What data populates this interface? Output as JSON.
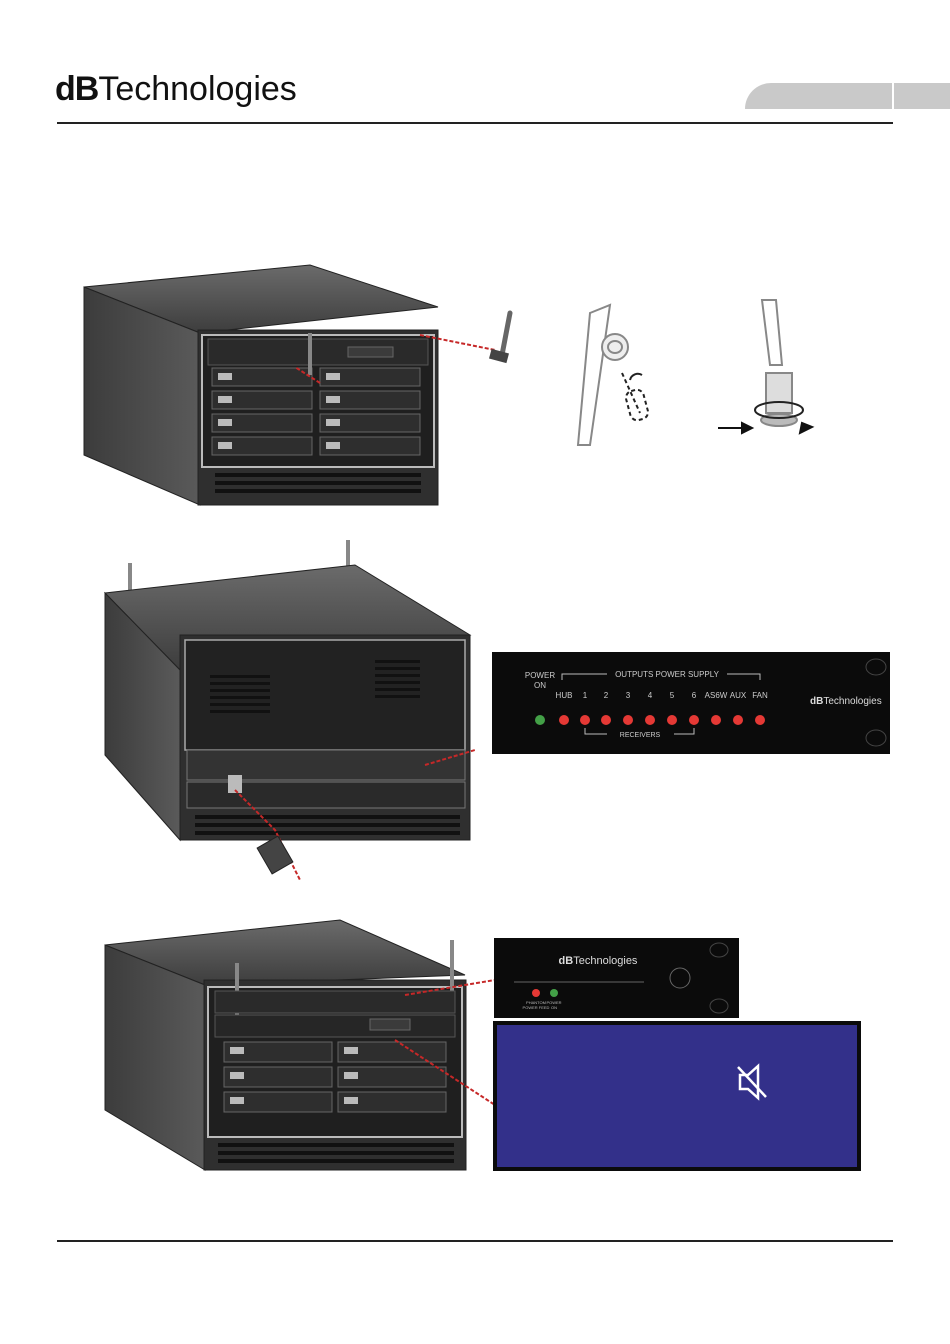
{
  "header": {
    "brand_bold": "dB",
    "brand_rest": "Technologies"
  },
  "panel_power": {
    "power_on_line1": "POWER",
    "power_on_line2": "ON",
    "outputs_title": "OUTPUTS POWER SUPPLY",
    "outputs": [
      "HUB",
      "1",
      "2",
      "3",
      "4",
      "5",
      "6",
      "AS6W",
      "AUX",
      "FAN"
    ],
    "receivers_label": "RECEIVERS",
    "brand_bold": "dB",
    "brand_rest": "Technologies"
  },
  "panel_antenna": {
    "brand_bold": "dB",
    "brand_rest": "Technologies",
    "led1_line1": "PHANTOM",
    "led1_line2": "POWER FEED",
    "led2_line1": "POWER",
    "led2_line2": "ON"
  },
  "lcd": {
    "mute_icon": "speaker-muted-icon",
    "background_color": "#33308a"
  },
  "colors": {
    "led_red": "#e53935",
    "led_green": "#43a047",
    "laser_red": "#c62828"
  }
}
